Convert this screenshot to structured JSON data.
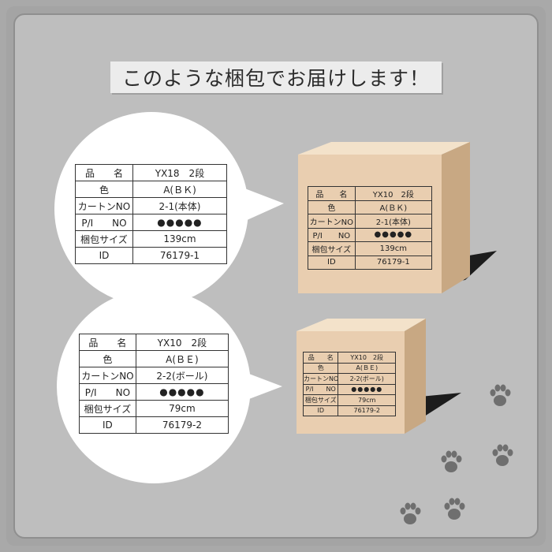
{
  "banner": {
    "title": "このような梱包でお届けします！"
  },
  "labels": [
    {
      "id": "t1",
      "rows": [
        {
          "k": "品　　名",
          "v": "YX18　2段"
        },
        {
          "k": "色",
          "v": "A(ＢＫ)"
        },
        {
          "k": "カートンNO",
          "v": "2-1(本体)"
        },
        {
          "k": "P/I　　NO",
          "v": "●●●●●"
        },
        {
          "k": "梱包サイズ",
          "v": "139cm"
        },
        {
          "k": "ID",
          "v": "76179-1"
        }
      ]
    },
    {
      "id": "t2",
      "rows": [
        {
          "k": "品　　名",
          "v": "YX10　2段"
        },
        {
          "k": "色",
          "v": "A(ＢＥ)"
        },
        {
          "k": "カートンNO",
          "v": "2-2(ボール)"
        },
        {
          "k": "P/I　　NO",
          "v": "●●●●●"
        },
        {
          "k": "梱包サイズ",
          "v": "79cm"
        },
        {
          "k": "ID",
          "v": "76179-2"
        }
      ]
    },
    {
      "id": "t3",
      "rows": [
        {
          "k": "品　　名",
          "v": "YX10　2段"
        },
        {
          "k": "色",
          "v": "A(ＢＫ)"
        },
        {
          "k": "カートンNO",
          "v": "2-1(本体)"
        },
        {
          "k": "P/I　　NO",
          "v": "●●●●●"
        },
        {
          "k": "梱包サイズ",
          "v": "139cm"
        },
        {
          "k": "ID",
          "v": "76179-1"
        }
      ]
    },
    {
      "id": "t4",
      "rows": [
        {
          "k": "品　　名",
          "v": "YX10　2段"
        },
        {
          "k": "色",
          "v": "A(ＢＥ)"
        },
        {
          "k": "カートンNO",
          "v": "2-2(ボール)"
        },
        {
          "k": "P/I　　NO",
          "v": "●●●●●"
        },
        {
          "k": "梱包サイズ",
          "v": "79cm"
        },
        {
          "k": "ID",
          "v": "76179-2"
        }
      ]
    }
  ],
  "colors": {
    "background": "#bebebe",
    "box_front": "#e9cfb1",
    "box_top": "#f1dfc7",
    "box_side": "#c9aa88",
    "bubble": "#ffffff",
    "paw": "#6f6f6f"
  },
  "decorations": {
    "paw_icon": "paw-print-icon",
    "box_icon": "cardboard-box-icon"
  }
}
